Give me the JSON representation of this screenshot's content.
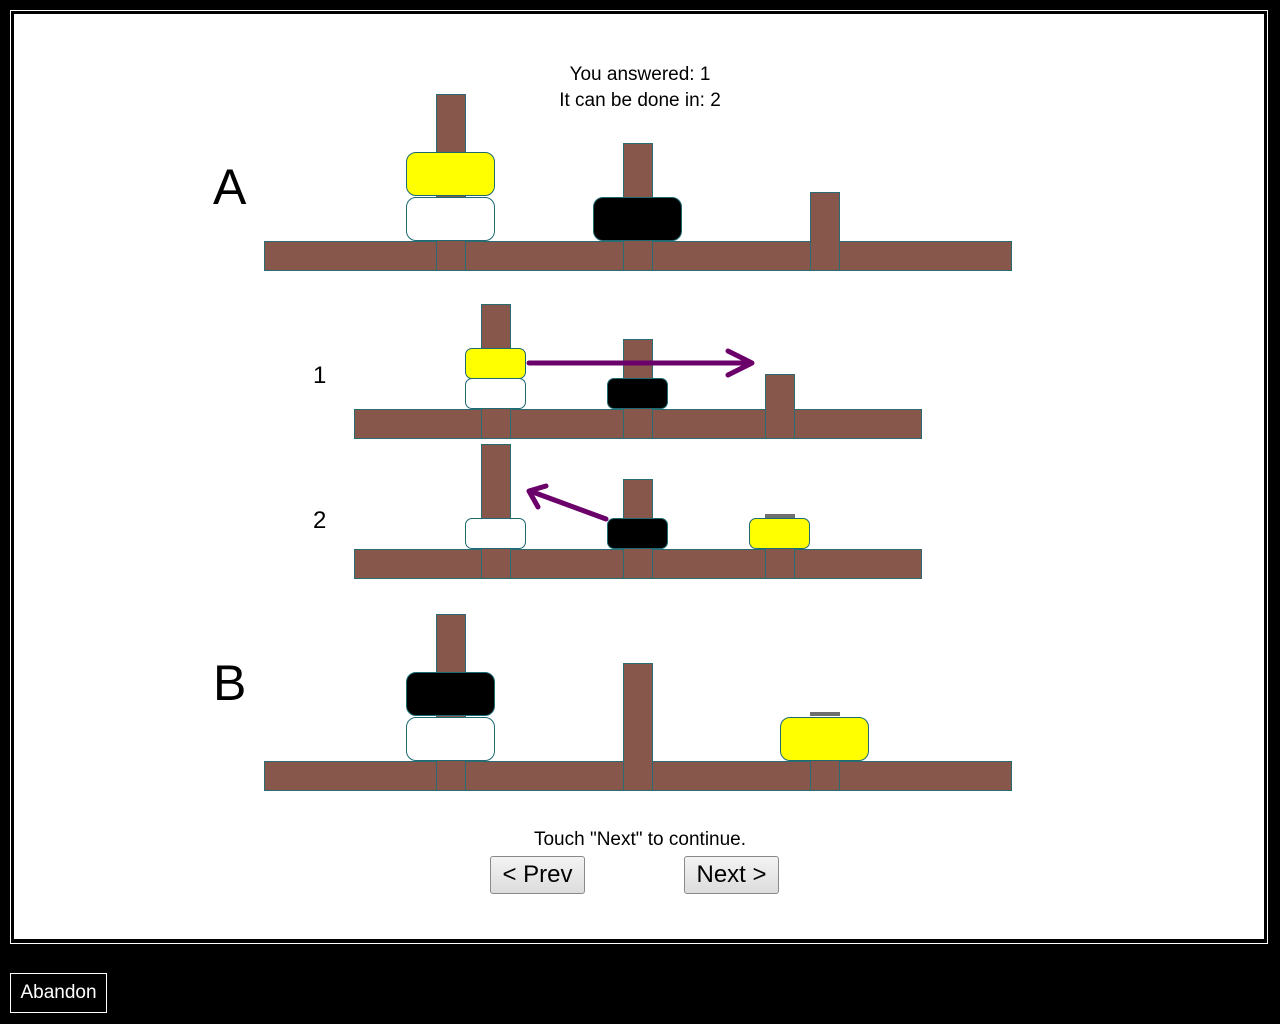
{
  "feedback": {
    "answered_text": "You answered: 1",
    "optimal_text": "It can be done in: 2"
  },
  "puzzle": {
    "start_label": "A",
    "goal_label": "B",
    "step_labels": [
      "1",
      "2"
    ],
    "disk_colors": {
      "yellow": "#ffff00",
      "white": "#ffffff",
      "black": "#000000"
    },
    "peg_color": "#87574b",
    "outline_color": "#2b6c74",
    "arrow_color": "#6b006b",
    "state_A": [
      [
        "white",
        "yellow"
      ],
      [
        "black"
      ],
      []
    ],
    "step_1": {
      "state": [
        [
          "white",
          "yellow"
        ],
        [
          "black"
        ],
        []
      ],
      "move": {
        "from": 1,
        "to": 3
      }
    },
    "step_2": {
      "state": [
        [
          "white"
        ],
        [
          "black"
        ],
        [
          "yellow"
        ]
      ],
      "move": {
        "from": 2,
        "to": 1
      }
    },
    "state_B": [
      [
        "white",
        "black"
      ],
      [],
      [
        "yellow"
      ]
    ]
  },
  "instruction": "Touch \"Next\" to continue.",
  "buttons": {
    "prev_label": "< Prev",
    "next_label": "Next >",
    "abandon_label": "Abandon"
  }
}
